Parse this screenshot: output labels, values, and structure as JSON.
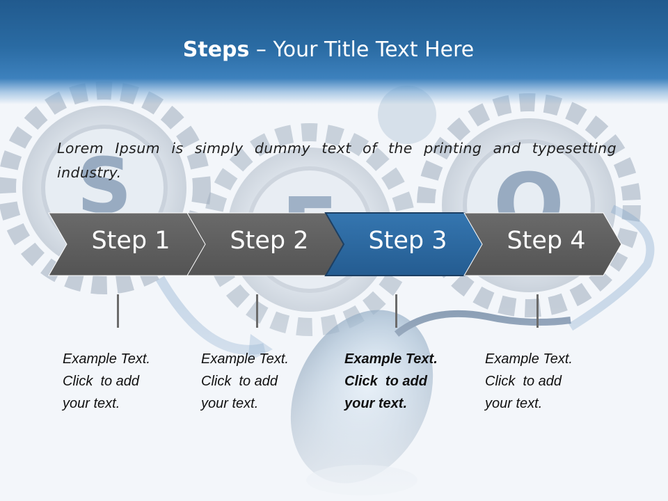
{
  "title": {
    "bold": "Steps",
    "rest": "  – Your Title Text Here"
  },
  "intro": "Lorem Ipsum is simply dummy text of the printing and typesetting industry.",
  "steps": [
    {
      "label": "Step 1",
      "caption": [
        "Example Text.",
        "Click  to add",
        "your text."
      ],
      "active": false
    },
    {
      "label": "Step 2",
      "caption": [
        "Example Text.",
        "Click  to add",
        "your text."
      ],
      "active": false
    },
    {
      "label": "Step 3",
      "caption": [
        "Example Text.",
        "Click  to add",
        "your text."
      ],
      "active": true
    },
    {
      "label": "Step 4",
      "caption": [
        "Example Text.",
        "Click  to add",
        "your text."
      ],
      "active": false
    }
  ],
  "colors": {
    "header": "#2a6ba3",
    "step_gray": "#5f5f5f",
    "step_active": "#2d6aa2",
    "text": "#1f1f1f"
  }
}
